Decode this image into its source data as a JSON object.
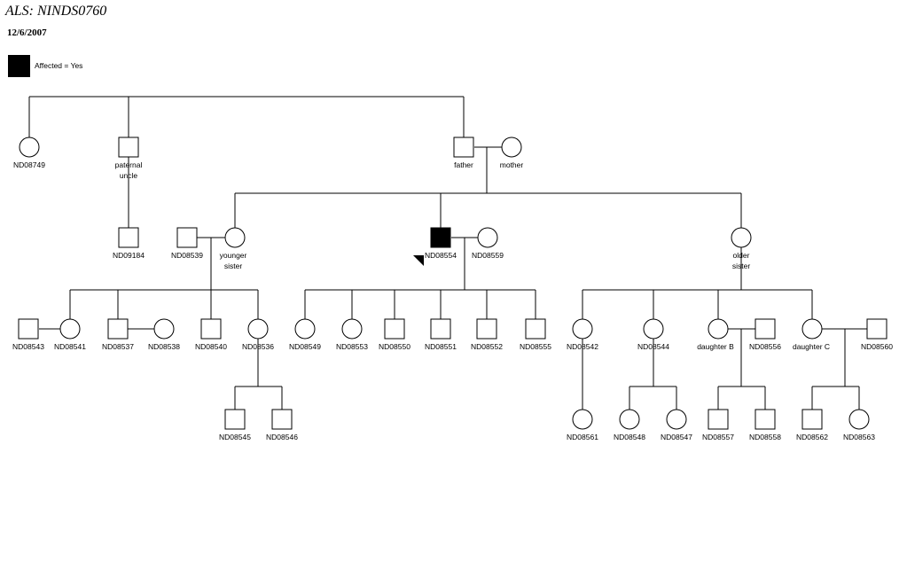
{
  "header": {
    "title": "ALS: NINDS0760",
    "date": "12/6/2007"
  },
  "legend": {
    "label": "Affected = Yes",
    "color": "#000000"
  },
  "pedigree": {
    "affected_fill": "#000000",
    "individuals": [
      {
        "id": "p1",
        "sex": "female",
        "label": [
          "ND08749"
        ]
      },
      {
        "id": "p2",
        "sex": "male",
        "label": [
          "paternal",
          "uncle"
        ]
      },
      {
        "id": "p3",
        "sex": "male",
        "label": [
          "father"
        ]
      },
      {
        "id": "p4",
        "sex": "female",
        "label": [
          "mother"
        ]
      },
      {
        "id": "p5",
        "sex": "male",
        "label": [
          "ND09184"
        ]
      },
      {
        "id": "p6",
        "sex": "male",
        "label": [
          "ND08539"
        ]
      },
      {
        "id": "p7",
        "sex": "female",
        "label": [
          "younger",
          "sister"
        ]
      },
      {
        "id": "p8",
        "sex": "male",
        "affected": true,
        "proband": true,
        "label": [
          "ND08554"
        ]
      },
      {
        "id": "p9",
        "sex": "female",
        "label": [
          "ND08559"
        ]
      },
      {
        "id": "p10",
        "sex": "female",
        "label": [
          "older",
          "sister"
        ]
      },
      {
        "id": "p11",
        "sex": "male",
        "label": [
          "ND08543"
        ]
      },
      {
        "id": "p12",
        "sex": "female",
        "label": [
          "ND08541"
        ]
      },
      {
        "id": "p13",
        "sex": "male",
        "label": [
          "ND08537"
        ]
      },
      {
        "id": "p14",
        "sex": "female",
        "label": [
          "ND08538"
        ]
      },
      {
        "id": "p15",
        "sex": "male",
        "label": [
          "ND08540"
        ]
      },
      {
        "id": "p16",
        "sex": "female",
        "label": [
          "ND08536"
        ]
      },
      {
        "id": "p17",
        "sex": "female",
        "label": [
          "ND08549"
        ]
      },
      {
        "id": "p18",
        "sex": "female",
        "label": [
          "ND08553"
        ]
      },
      {
        "id": "p19",
        "sex": "male",
        "label": [
          "ND08550"
        ]
      },
      {
        "id": "p20",
        "sex": "male",
        "label": [
          "ND08551"
        ]
      },
      {
        "id": "p21",
        "sex": "male",
        "label": [
          "ND08552"
        ]
      },
      {
        "id": "p22",
        "sex": "male",
        "label": [
          "ND08555"
        ]
      },
      {
        "id": "p23",
        "sex": "female",
        "label": [
          "ND08542"
        ]
      },
      {
        "id": "p24",
        "sex": "female",
        "label": [
          "ND08544"
        ]
      },
      {
        "id": "p25",
        "sex": "female",
        "label": [
          "daughter B"
        ]
      },
      {
        "id": "p26",
        "sex": "male",
        "label": [
          "ND08556"
        ]
      },
      {
        "id": "p27",
        "sex": "female",
        "label": [
          "daughter C"
        ]
      },
      {
        "id": "p28",
        "sex": "male",
        "label": [
          "ND08560"
        ]
      },
      {
        "id": "p29",
        "sex": "male",
        "label": [
          "ND08545"
        ]
      },
      {
        "id": "p30",
        "sex": "male",
        "label": [
          "ND08546"
        ]
      },
      {
        "id": "p31",
        "sex": "female",
        "label": [
          "ND08561"
        ]
      },
      {
        "id": "p32",
        "sex": "female",
        "label": [
          "ND08548"
        ]
      },
      {
        "id": "p33",
        "sex": "female",
        "label": [
          "ND08547"
        ]
      },
      {
        "id": "p34",
        "sex": "male",
        "label": [
          "ND08557"
        ]
      },
      {
        "id": "p35",
        "sex": "male",
        "label": [
          "ND08558"
        ]
      },
      {
        "id": "p36",
        "sex": "male",
        "label": [
          "ND08562"
        ]
      },
      {
        "id": "p37",
        "sex": "female",
        "label": [
          "ND08563"
        ]
      }
    ]
  }
}
